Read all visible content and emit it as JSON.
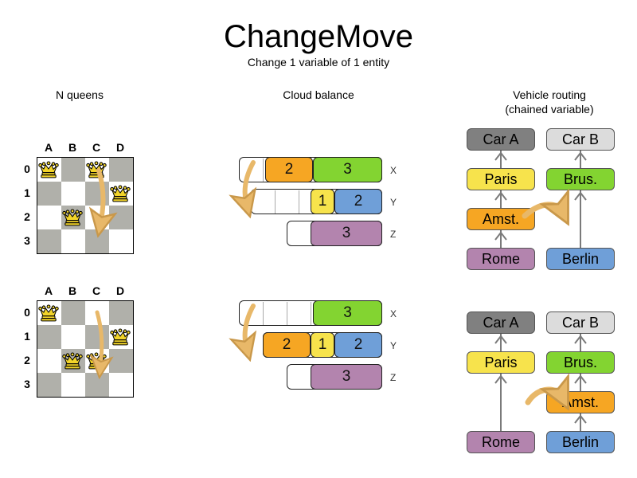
{
  "title": "ChangeMove",
  "subtitle": "Change 1 variable of 1 entity",
  "sections": {
    "nqueens": {
      "heading": "N queens"
    },
    "cloud": {
      "heading": "Cloud balance"
    },
    "vrp": {
      "heading_line1": "Vehicle routing",
      "heading_line2": "(chained variable)"
    }
  },
  "colors": {
    "orange": "#f6a623",
    "green": "#83d431",
    "yellow": "#f7e34c",
    "blue": "#6f9fd8",
    "purple": "#b384ae",
    "gray_dark": "#808080",
    "gray_light": "#dcdcdc",
    "arrow": "#e8b869",
    "board_dark": "#b0b0aa",
    "board_light": "#ffffff",
    "queen": "#f2d42a"
  },
  "nqueens": {
    "column_labels": [
      "A",
      "B",
      "C",
      "D"
    ],
    "row_labels": [
      "0",
      "1",
      "2",
      "3"
    ],
    "before": {
      "queens": [
        {
          "col": "A",
          "row": "0"
        },
        {
          "col": "C",
          "row": "0"
        },
        {
          "col": "D",
          "row": "1"
        },
        {
          "col": "B",
          "row": "2"
        }
      ],
      "move_arrow": {
        "from_col": "C",
        "from_row": "0",
        "to_col": "C",
        "to_row": "2"
      }
    },
    "after": {
      "queens": [
        {
          "col": "A",
          "row": "0"
        },
        {
          "col": "D",
          "row": "1"
        },
        {
          "col": "B",
          "row": "2"
        },
        {
          "col": "C",
          "row": "2"
        }
      ],
      "move_arrow": {
        "from_col": "C",
        "from_row": "0",
        "to_col": "C",
        "to_row": "2"
      }
    }
  },
  "cloud": {
    "row_labels": [
      "X",
      "Y",
      "Z"
    ],
    "before": {
      "rows": [
        {
          "label": "X",
          "segments": [
            {
              "value": "",
              "color": "#ffffff",
              "width": 33
            },
            {
              "value": "2",
              "color": "#f6a623",
              "width": 60
            },
            {
              "value": "3",
              "color": "#83d431",
              "width": 87
            }
          ]
        },
        {
          "label": "Y",
          "segments": [
            {
              "value": "",
              "color": "#ffffff",
              "width": 75
            },
            {
              "value": "1",
              "color": "#f7e34c",
              "width": 30
            },
            {
              "value": "2",
              "color": "#6f9fd8",
              "width": 60
            }
          ]
        },
        {
          "label": "Z",
          "segments": [
            {
              "value": "",
              "color": "#ffffff",
              "width": 30
            },
            {
              "value": "3",
              "color": "#b384ae",
              "width": 90
            }
          ]
        }
      ]
    },
    "after": {
      "rows": [
        {
          "label": "X",
          "segments": [
            {
              "value": "",
              "color": "#ffffff",
              "width": 93
            },
            {
              "value": "3",
              "color": "#83d431",
              "width": 87
            }
          ]
        },
        {
          "label": "Y",
          "segments": [
            {
              "value": "2",
              "color": "#f6a623",
              "width": 60
            },
            {
              "value": "1",
              "color": "#f7e34c",
              "width": 30
            },
            {
              "value": "2",
              "color": "#6f9fd8",
              "width": 60
            }
          ]
        },
        {
          "label": "Z",
          "segments": [
            {
              "value": "",
              "color": "#ffffff",
              "width": 30
            },
            {
              "value": "3",
              "color": "#b384ae",
              "width": 90
            }
          ]
        }
      ]
    }
  },
  "vrp": {
    "before": {
      "chain_a": [
        "Car A",
        "Paris",
        "Amst.",
        "Rome"
      ],
      "chain_b": [
        "Car B",
        "Brus.",
        "Berlin"
      ],
      "moved_entity": "Amst."
    },
    "after": {
      "chain_a": [
        "Car A",
        "Paris",
        "Rome"
      ],
      "chain_b": [
        "Car B",
        "Brus.",
        "Amst.",
        "Berlin"
      ],
      "moved_entity": "Amst."
    },
    "box_colors": {
      "Car A": "#808080",
      "Car B": "#dcdcdc",
      "Paris": "#f7e34c",
      "Brus.": "#83d431",
      "Amst.": "#f6a623",
      "Rome": "#b384ae",
      "Berlin": "#6f9fd8"
    }
  }
}
